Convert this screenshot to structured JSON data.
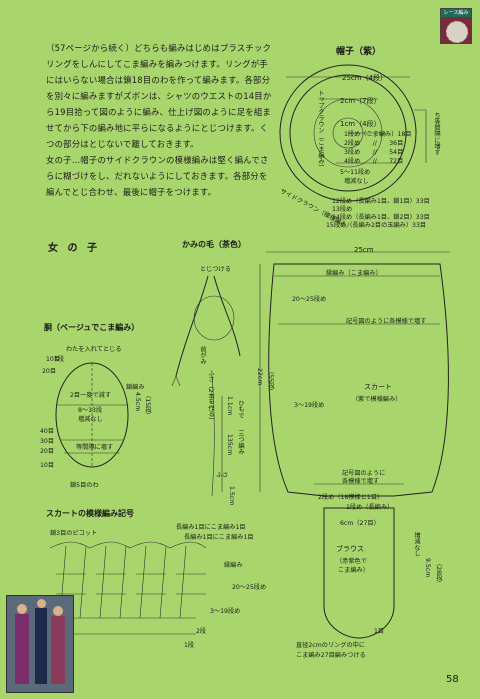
{
  "header": {
    "badge_text": "レース編み"
  },
  "intro_paragraph": "（57ページから続く）どちらも編みはじめはプラスチックリングをしんにしてこま編みを編みつけます。リングが手にはいらない場合は鎖18目のわを作って編みます。各部分を別々に編みますがズボンは、シャツのウエストの14目から19目拾って図のように編み、仕上げ図のように足を組ませてから下の編み地に平らになるようにとじつけます。くつの部分はとじないで離しておきます。",
  "girl_paragraph": "女の子…帽子のサイドクラウンの模様編みは堅く編んでさらに糊づけをし、だれないようにしておきます。各部分を編んでとじ合わせ、最後に帽子をつけます。",
  "girl_section": {
    "title": "女 の 子",
    "hair_title": "かみの毛（茶色）",
    "torso_title": "胴（ベージュでこま編み）",
    "skirt_pattern_title": "スカートの模様編み記号"
  },
  "hat": {
    "title": "帽子（紫）",
    "labels": [
      "25cm（4段）",
      "2cm（7段）",
      "1cm（4段）",
      "1段め（こま編み）18目",
      "2段め　　//　　36目",
      "3段め　　//　　54目",
      "4段め　　//　　72目",
      "5〜11段め",
      "増減なし",
      "12段め（長編み1目、鎖1目）33目",
      "13段め",
      "14段め（長編み1目、鎖2目）33目",
      "15段め（長編み2目の玉編み）33目"
    ],
    "crown_top": "トップクラウン（こま編み）",
    "side_crown": "サイドクラウン（模様編み）",
    "side_note": "ち等間隔に増す"
  },
  "hair": {
    "labels": [
      "とじつける",
      "前がみ",
      "ふさ（2本を作る）",
      "1.1cm",
      "ひもで",
      "135cm",
      "三つ編み",
      "ふさ",
      "1.5cm"
    ]
  },
  "torso": {
    "labels": [
      "わたを入れてとじる",
      "1段",
      "10目",
      "20目",
      "2目一度で減す",
      "8〜13段",
      "増減なし",
      "4.5cm",
      "（15段）",
      "鎖編み",
      "40目",
      "30目",
      "20目",
      "10目",
      "等間隔に増す",
      "鎖5目のわ"
    ]
  },
  "skirt": {
    "labels": [
      "25cm",
      "縁編み（こま編み）",
      "20〜25段め",
      "記号図のように各模様で増す",
      "22cm",
      "（55段）",
      "スカート",
      "（紫で模様編み）",
      "3〜19段め",
      "記号図のように",
      "各模様で増す",
      "2段め（18模様と1目）",
      "1段め（長編み）",
      "6cm（27目）",
      "増減なし",
      "ブラウス",
      "（赤紫色で",
      "こま編み）",
      "9.5cm",
      "（28段）",
      "1目",
      "直径2cmのリングの中に",
      "こま編み27目編みつける"
    ]
  },
  "skirt_pattern": {
    "labels": [
      "鎖3目のピコット",
      "長編み1目にこま編み1目",
      "長編み1目にこま編み1目",
      "縁編み",
      "20〜25段め",
      "3〜19段め",
      "2段",
      "1段"
    ]
  },
  "page_number": "58"
}
